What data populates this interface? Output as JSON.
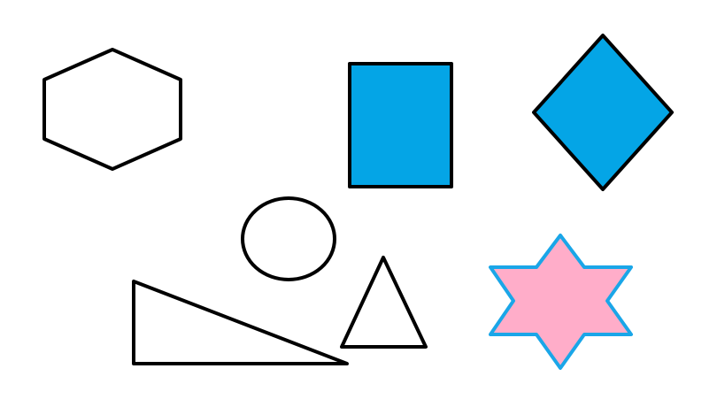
{
  "colors": {
    "background": "#ffffff",
    "stroke": "#000000",
    "blue_fill": "#04a5e6",
    "pink_fill": "#ffadc9",
    "star_stroke": "#1aa6e8",
    "white_fill": "#ffffff"
  },
  "shapes": [
    {
      "name": "hexagon",
      "fill_color": "white",
      "stroke_color": "black"
    },
    {
      "name": "rectangle",
      "fill_color": "blue",
      "stroke_color": "black"
    },
    {
      "name": "diamond",
      "fill_color": "blue",
      "stroke_color": "black"
    },
    {
      "name": "ellipse",
      "fill_color": "white",
      "stroke_color": "black"
    },
    {
      "name": "right-triangle",
      "fill_color": "white",
      "stroke_color": "black"
    },
    {
      "name": "triangle",
      "fill_color": "white",
      "stroke_color": "black"
    },
    {
      "name": "six-pointed-star",
      "fill_color": "pink",
      "stroke_color": "blue"
    }
  ]
}
